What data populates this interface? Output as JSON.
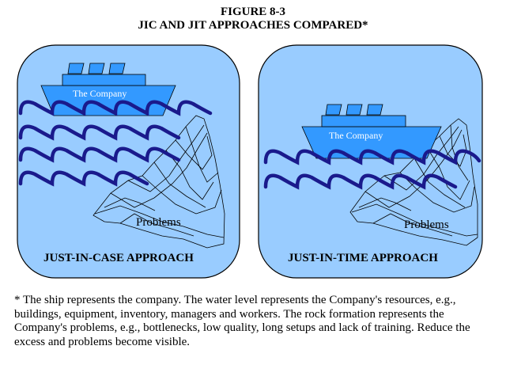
{
  "figure": {
    "title": "FIGURE 8-3",
    "subtitle": "JIC AND JIT APPROACHES COMPARED*"
  },
  "panels": [
    {
      "ship_label": "The Company",
      "rock_label": "Problems",
      "caption": "JUST-IN-CASE APPROACH"
    },
    {
      "ship_label": "The Company",
      "rock_label": "Problems",
      "caption": "JUST-IN-TIME APPROACH"
    }
  ],
  "footnote": "* The ship represents the company.  The water level represents the  Company's resources, e.g., buildings, equipment, inventory, managers and workers. The rock formation represents the Company's problems, e.g., bottlenecks, low quality, long setups and  lack of training. Reduce the excess and problems become visible.",
  "colors": {
    "panel_fill": "#99ccff",
    "ship_hull": "#3399ff",
    "wave": "#1a1a8c",
    "rock_outline": "#000000"
  }
}
